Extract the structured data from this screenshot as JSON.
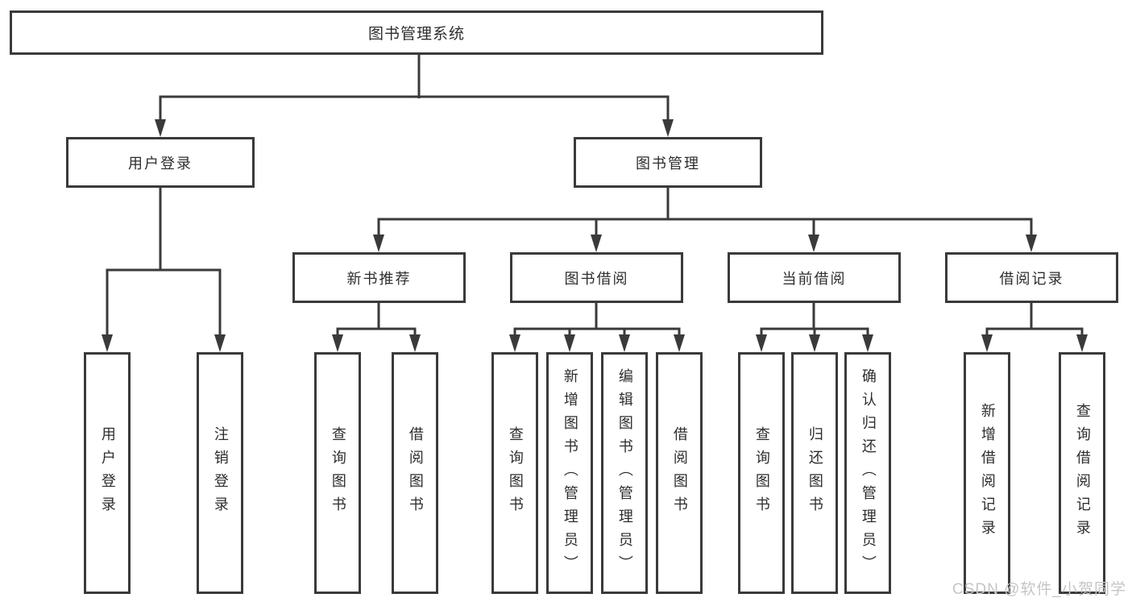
{
  "colors": {
    "line": "#3a3a3a",
    "box_border": "#3a3a3a",
    "text": "#2d2d2d",
    "watermark": "#c5c5c5",
    "background": "#ffffff"
  },
  "nodes": {
    "root": "图书管理系统",
    "login": "用户登录",
    "mgmt": "图书管理",
    "login_leaf_1": "用户登录",
    "login_leaf_2": "注销登录",
    "rec": "新书推荐",
    "borrow": "图书借阅",
    "current": "当前借阅",
    "records": "借阅记录",
    "rec_leaf_1": "查询图书",
    "rec_leaf_2": "借阅图书",
    "borrow_leaf_1": "查询图书",
    "borrow_leaf_2": "新增图书（管理员）",
    "borrow_leaf_3": "编辑图书（管理员）",
    "borrow_leaf_4": "借阅图书",
    "current_leaf_1": "查询图书",
    "current_leaf_2": "归还图书",
    "current_leaf_3": "确认归还（管理员）",
    "records_leaf_1": "新增借阅记录",
    "records_leaf_2": "查询借阅记录"
  },
  "watermark": "CSDN @软件_小贺同学"
}
